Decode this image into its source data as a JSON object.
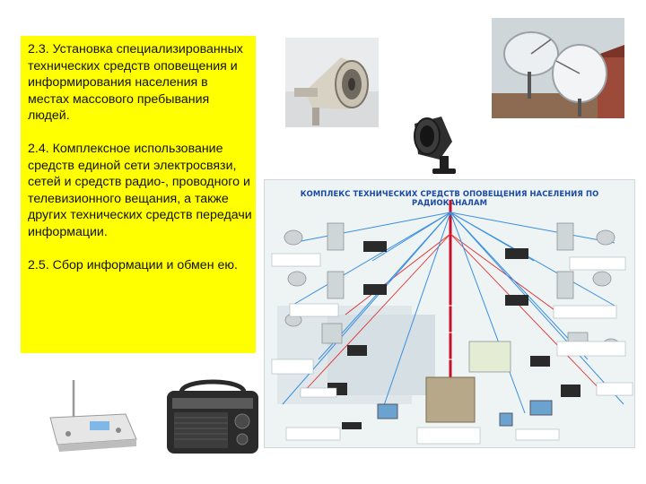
{
  "text_panel": {
    "items": [
      "2.3. Установка специализированных технических средств оповещения и информирования населения в местах массового пребывания людей.",
      "2.4. Комплексное использование средств единой сети электросвязи, сетей и средств радио-, проводного и телевизионного вещания, а также других технических средств передачи информации.",
      "2.5. Сбор информации и обмен ею."
    ]
  },
  "diagram": {
    "title": "КОМПЛЕКС ТЕХНИЧЕСКИХ СРЕДСТВ ОПОВЕЩЕНИЯ НАСЕЛЕНИЯ ПО РАДИОКАНАЛАМ"
  },
  "photos": {
    "horn": "loudspeaker-horn-icon",
    "siren": "siren-icon",
    "dishes": "satellite-dish-icon",
    "receiver": "radio-receiver-icon",
    "radio": "portable-radio-icon"
  },
  "colors": {
    "panel": "#ffff00",
    "title": "#1a4aa8",
    "link_red": "#e03030",
    "link_blue": "#3a8fe0"
  }
}
